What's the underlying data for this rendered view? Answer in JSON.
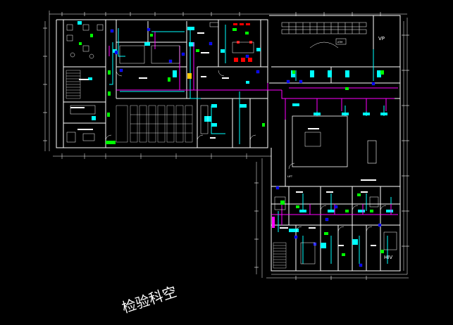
{
  "drawing": {
    "signature": "检验科空",
    "labels": {
      "vp": "VP",
      "hiv": "HIV",
      "lift": "LIFT",
      "atm": "ATM"
    },
    "colors": {
      "background": "#000000",
      "wall": "#ffffff",
      "duct": "#00ffff",
      "pipe": "#ff00ff",
      "green": "#00ff00",
      "blue": "#0000ff",
      "red": "#ff0000",
      "yellow": "#ffff00"
    }
  }
}
